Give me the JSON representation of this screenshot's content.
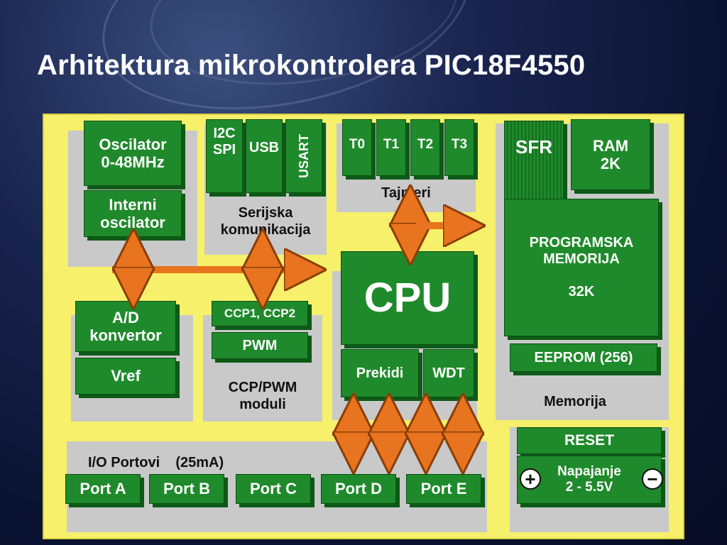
{
  "title": "Arhitektura mikrokontrolera PIC18F4550",
  "blocks": {
    "oscilator": "Oscilator\n0-48MHz",
    "interni_oscilator": "Interni\noscilator",
    "i2c_spi": "I2C\nSPI",
    "usb": "USB",
    "usart": "USART",
    "serial_group": "Serijska\nkomunikacija",
    "t0": "T0",
    "t1": "T1",
    "t2": "T2",
    "t3": "T3",
    "timers_group": "Tajmeri",
    "sfr": "SFR",
    "ram": "RAM\n2K",
    "program_memory": "PROGRAMSKA\nMEMORIJA\n\n32K",
    "eeprom": "EEPROM (256)",
    "memory_group": "Memorija",
    "cpu": "CPU",
    "prekidi": "Prekidi",
    "wdt": "WDT",
    "ad": "A/D\nkonvertor",
    "vref": "Vref",
    "ccp": "CCP1, CCP2",
    "pwm": "PWM",
    "ccp_group": "CCP/PWM\nmoduli",
    "io_group": "I/O Portovi    (25mA)",
    "ports": [
      "Port A",
      "Port B",
      "Port C",
      "Port D",
      "Port E"
    ],
    "reset": "RESET",
    "power": "Napajanje\n2 - 5.5V",
    "plus": "+",
    "minus": "−"
  },
  "colors": {
    "board": "#f6f06a",
    "module_green": "#1f8a2b",
    "group_grey": "#c9c9c9",
    "arrow_orange": "#e8741f"
  }
}
